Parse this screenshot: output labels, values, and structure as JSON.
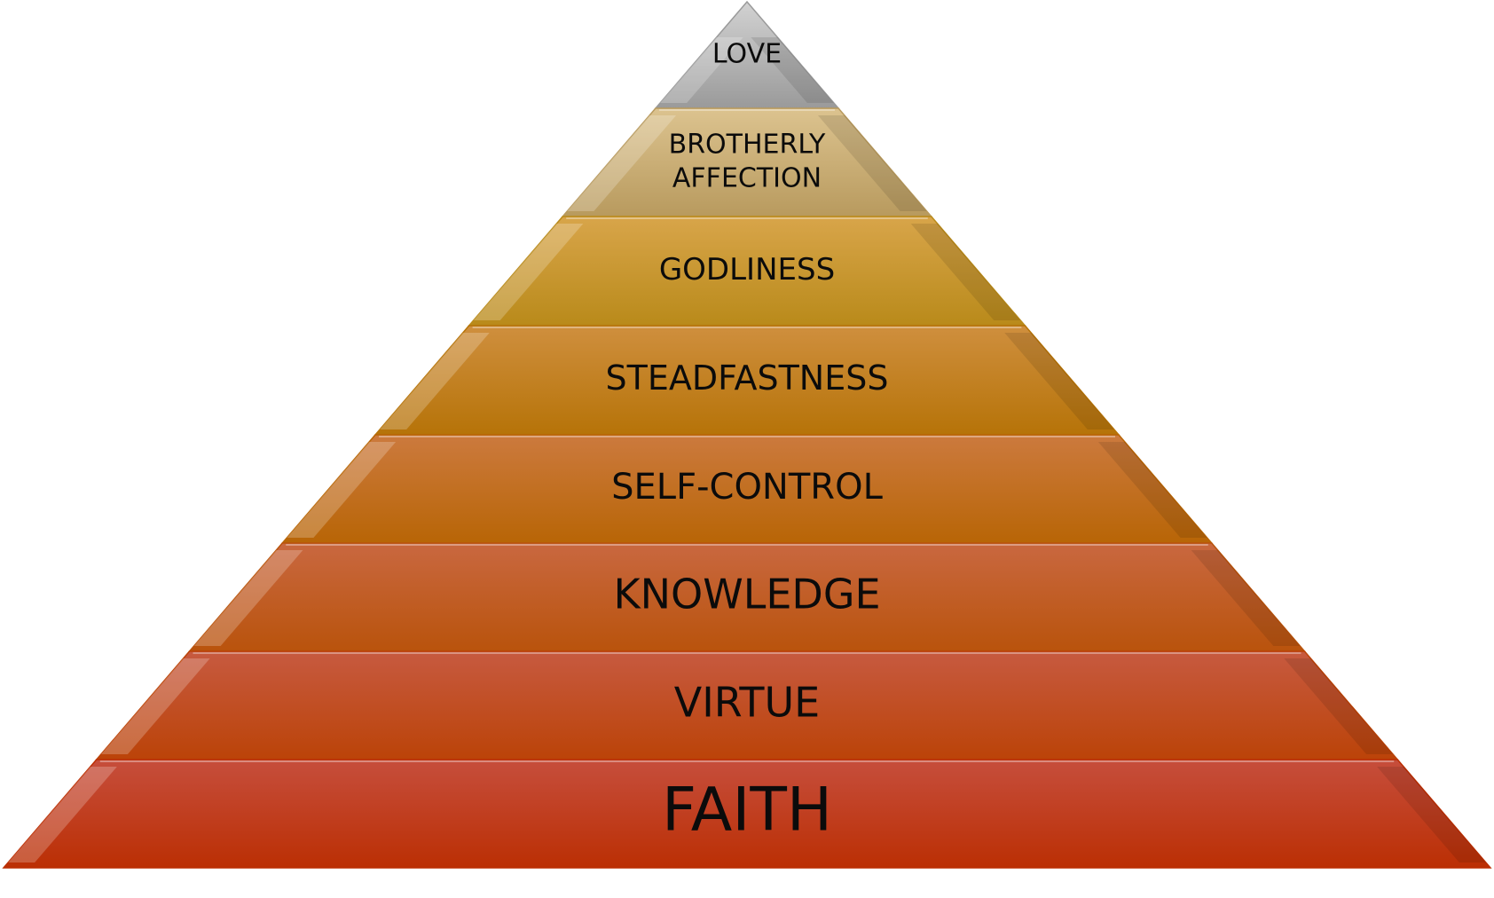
{
  "pyramid": {
    "tiers": [
      {
        "label_lines": [
          "LOVE"
        ],
        "color_top": "#d2d2d2",
        "color_bottom": "#9a9a9a"
      },
      {
        "label_lines": [
          "BROTHERLY",
          "AFFECTION"
        ],
        "color_top": "#dcc38f",
        "color_bottom": "#b89a5e"
      },
      {
        "label_lines": [
          "GODLINESS"
        ],
        "color_top": "#d8a54a",
        "color_bottom": "#b98a1a"
      },
      {
        "label_lines": [
          "STEADFASTNESS"
        ],
        "color_top": "#cf8f3e",
        "color_bottom": "#b67308"
      },
      {
        "label_lines": [
          "SELF-CONTROL"
        ],
        "color_top": "#cc7a3e",
        "color_bottom": "#b86506"
      },
      {
        "label_lines": [
          "KNOWLEDGE"
        ],
        "color_top": "#c96840",
        "color_bottom": "#b9530c"
      },
      {
        "label_lines": [
          "VIRTUE"
        ],
        "color_top": "#c75a40",
        "color_bottom": "#bb4308"
      },
      {
        "label_lines": [
          "FAITH"
        ],
        "color_top": "#c64e3c",
        "color_bottom": "#bb2f04"
      }
    ]
  }
}
